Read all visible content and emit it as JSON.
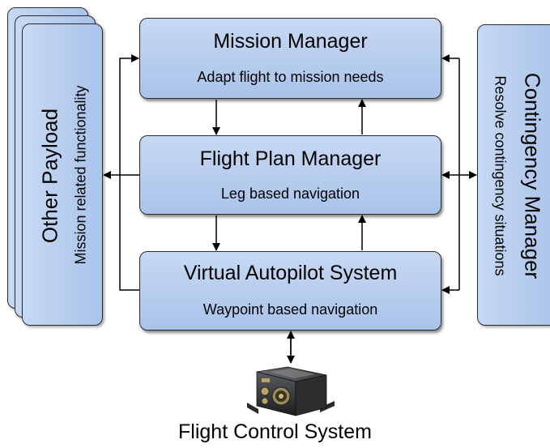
{
  "mission_manager": {
    "title": "Mission Manager",
    "subtitle": "Adapt flight to mission needs"
  },
  "flight_plan_manager": {
    "title": "Flight Plan Manager",
    "subtitle": "Leg based navigation"
  },
  "virtual_autopilot": {
    "title": "Virtual Autopilot System",
    "subtitle": "Waypoint based navigation"
  },
  "other_payload": {
    "title": "Other Payload",
    "subtitle": "Mission related functionality"
  },
  "contingency_manager": {
    "title": "Contingency Manager",
    "subtitle": "Resolve contingency situations"
  },
  "flight_control_system": {
    "label": "Flight Control System",
    "icon": "flight-control-unit-icon"
  },
  "colors": {
    "box_fill_top": "#c7d9f3",
    "box_fill_bottom": "#a9c3ea",
    "border": "#2b2b2b",
    "arrow": "#000000"
  }
}
